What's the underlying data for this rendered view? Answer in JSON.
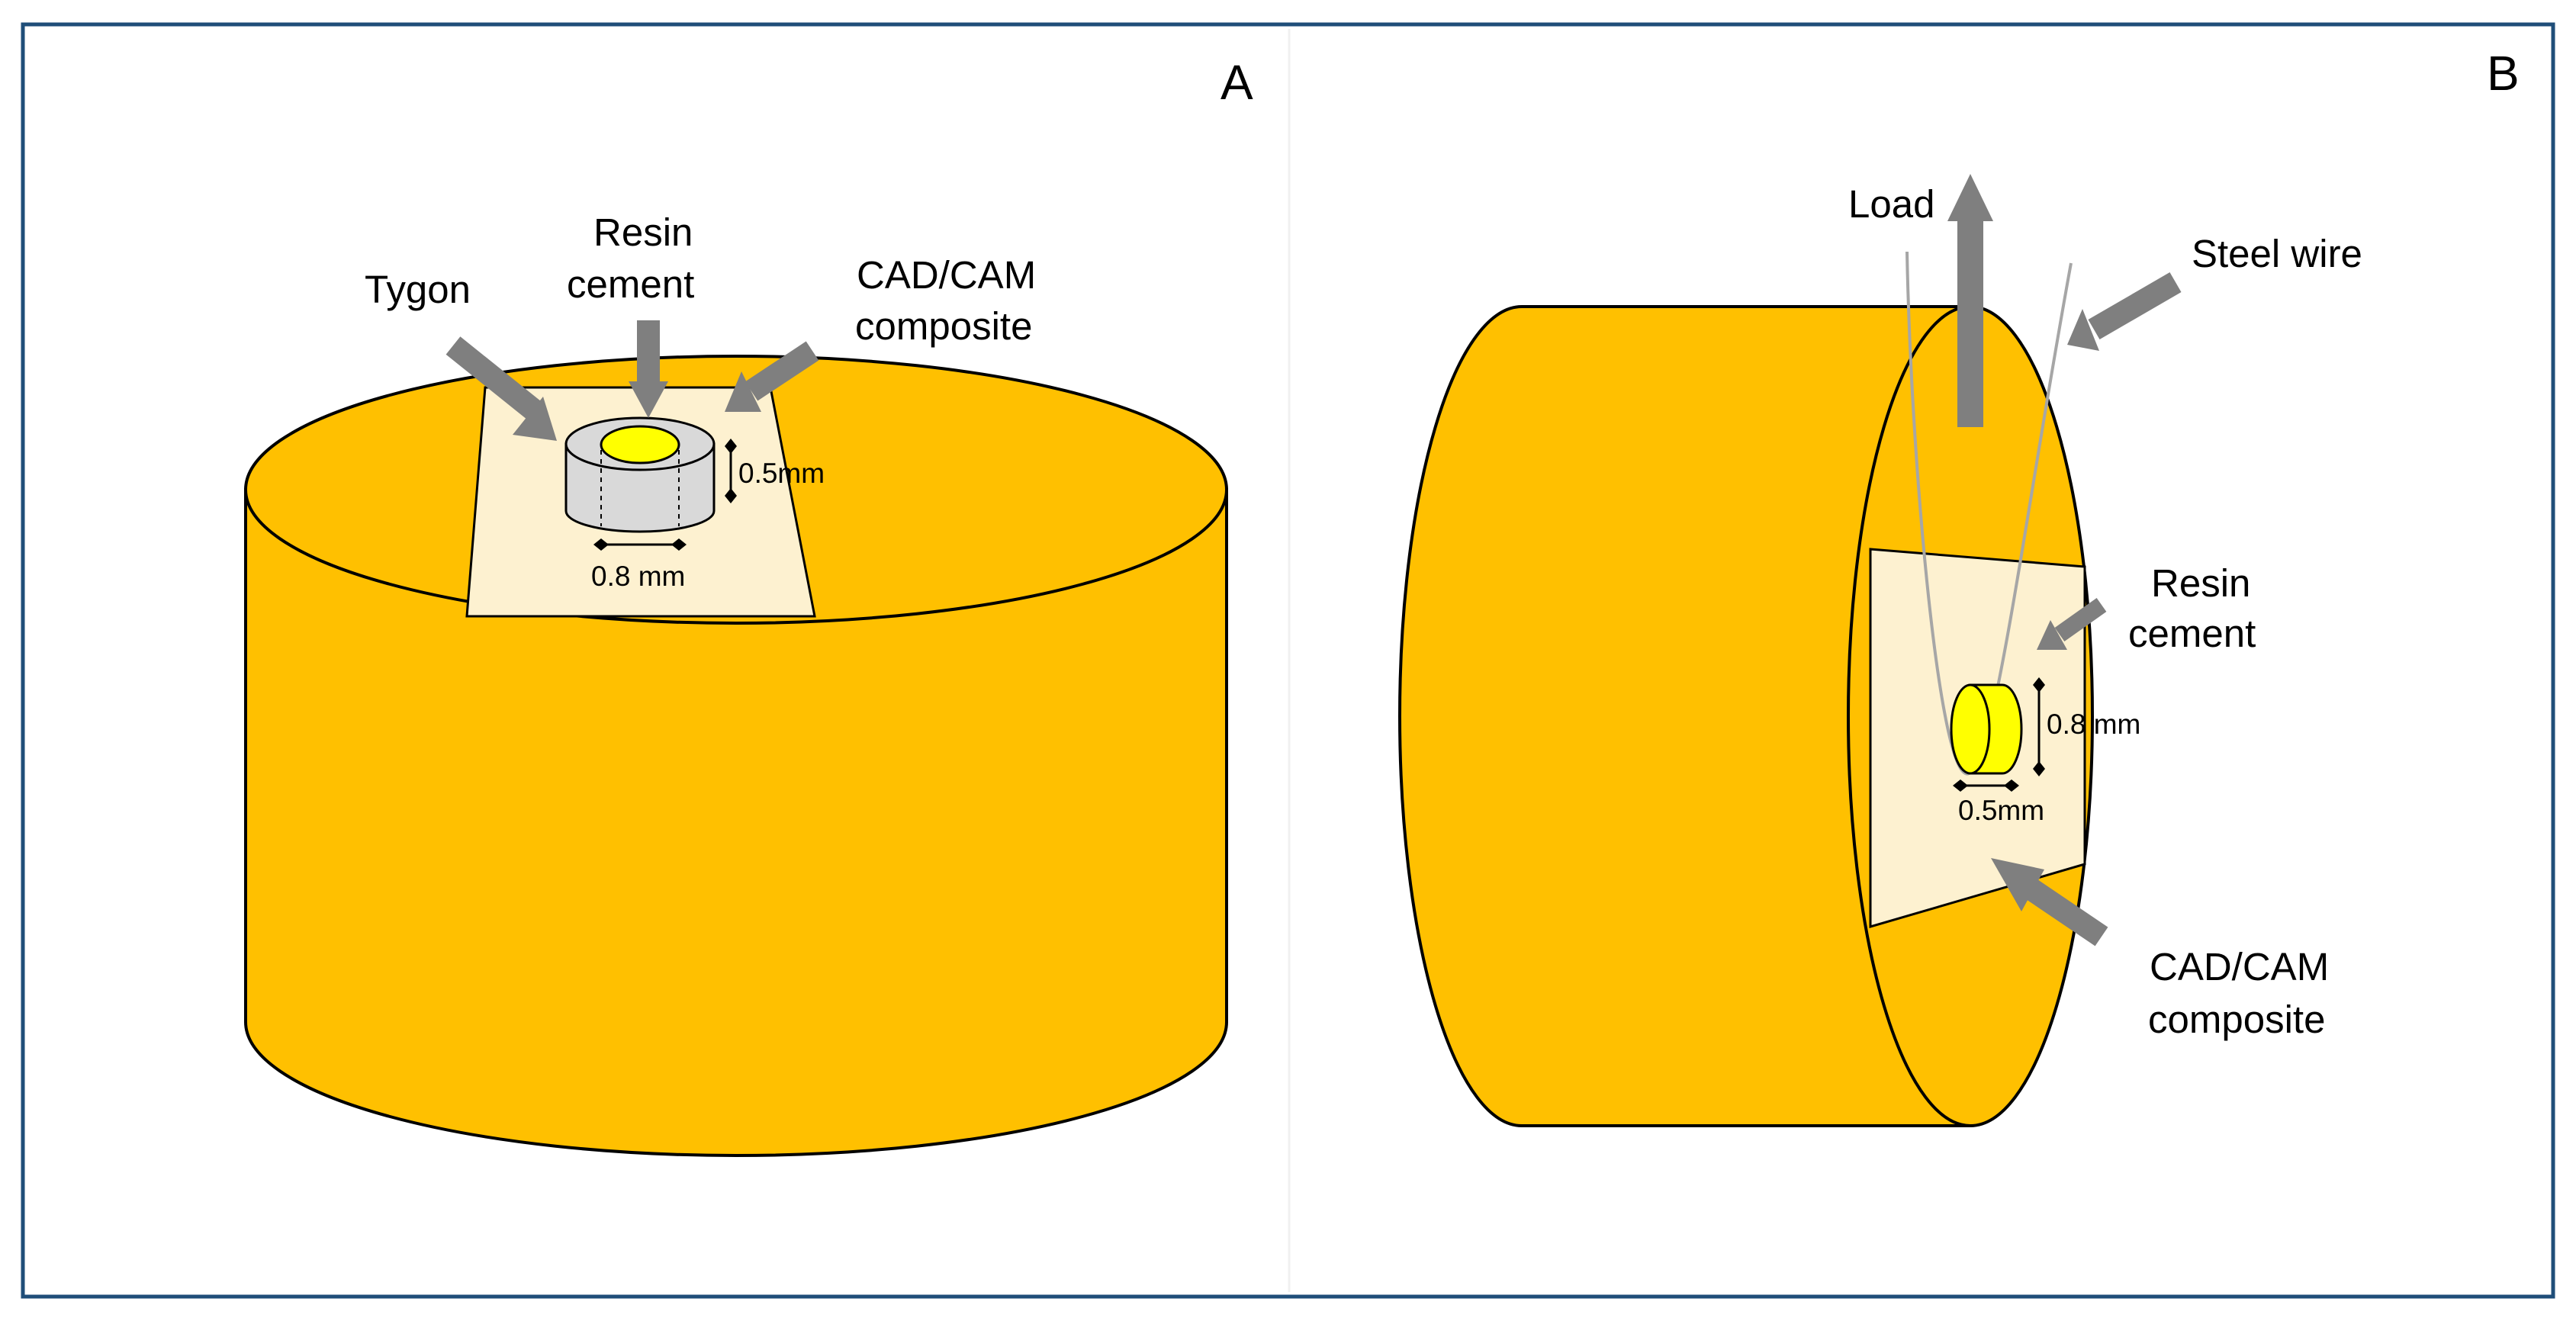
{
  "colors": {
    "frame": "#1f4e79",
    "cylinder": "#ffc000",
    "specimen": "#fdf1d0",
    "resin": "#ffff00",
    "tygon": "#d9d9d9",
    "arrow": "#7f7f7f",
    "wire": "#a6a6a6",
    "outline": "#000000"
  },
  "panel_a": {
    "letter": "A",
    "tygon_label": "Tygon",
    "resin_label": [
      "Resin",
      "cement"
    ],
    "cadcam_label": [
      "CAD/CAM",
      "composite"
    ],
    "height_dim": "0.5mm",
    "width_dim": "0.8 mm"
  },
  "panel_b": {
    "letter": "B",
    "load_label": "Load",
    "wire_label": "Steel wire",
    "resin_label": [
      "Resin",
      "cement"
    ],
    "cadcam_label": [
      "CAD/CAM",
      "composite"
    ],
    "height_dim": "0.8 mm",
    "width_dim": "0.5mm"
  }
}
